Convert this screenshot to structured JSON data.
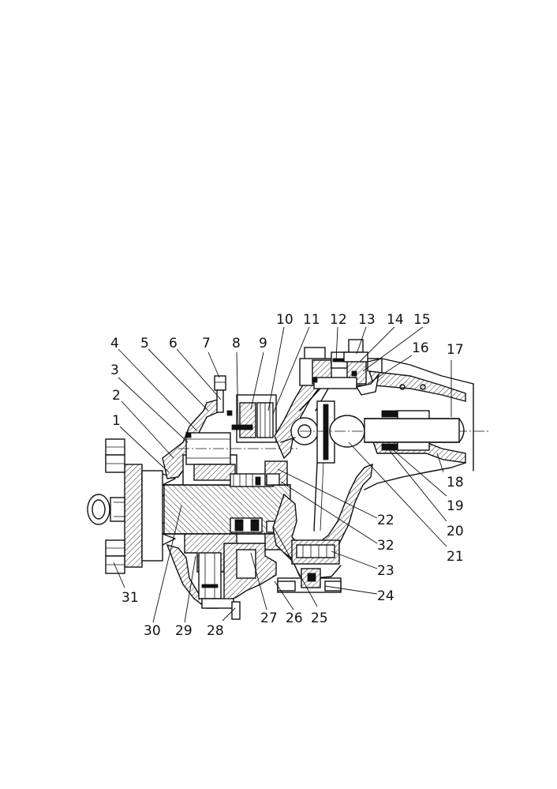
{
  "callouts": [
    {
      "id": "1",
      "label": "1"
    },
    {
      "id": "2",
      "label": "2"
    },
    {
      "id": "3",
      "label": "3"
    },
    {
      "id": "4",
      "label": "4"
    },
    {
      "id": "5",
      "label": "5"
    },
    {
      "id": "6",
      "label": "6"
    },
    {
      "id": "7",
      "label": "7"
    },
    {
      "id": "8",
      "label": "8"
    },
    {
      "id": "9",
      "label": "9"
    },
    {
      "id": "10",
      "label": "10"
    },
    {
      "id": "11",
      "label": "11"
    },
    {
      "id": "12",
      "label": "12"
    },
    {
      "id": "13",
      "label": "13"
    },
    {
      "id": "14",
      "label": "14"
    },
    {
      "id": "15",
      "label": "15"
    },
    {
      "id": "16",
      "label": "16"
    },
    {
      "id": "17",
      "label": "17"
    },
    {
      "id": "18",
      "label": "18"
    },
    {
      "id": "19",
      "label": "19"
    },
    {
      "id": "20",
      "label": "20"
    },
    {
      "id": "21",
      "label": "21"
    },
    {
      "id": "22",
      "label": "22"
    },
    {
      "id": "23",
      "label": "23"
    },
    {
      "id": "24",
      "label": "24"
    },
    {
      "id": "25",
      "label": "25"
    },
    {
      "id": "26",
      "label": "26"
    },
    {
      "id": "27",
      "label": "27"
    },
    {
      "id": "28",
      "label": "28"
    },
    {
      "id": "29",
      "label": "29"
    },
    {
      "id": "30",
      "label": "30"
    },
    {
      "id": "31",
      "label": "31"
    },
    {
      "id": "32",
      "label": "32"
    }
  ]
}
